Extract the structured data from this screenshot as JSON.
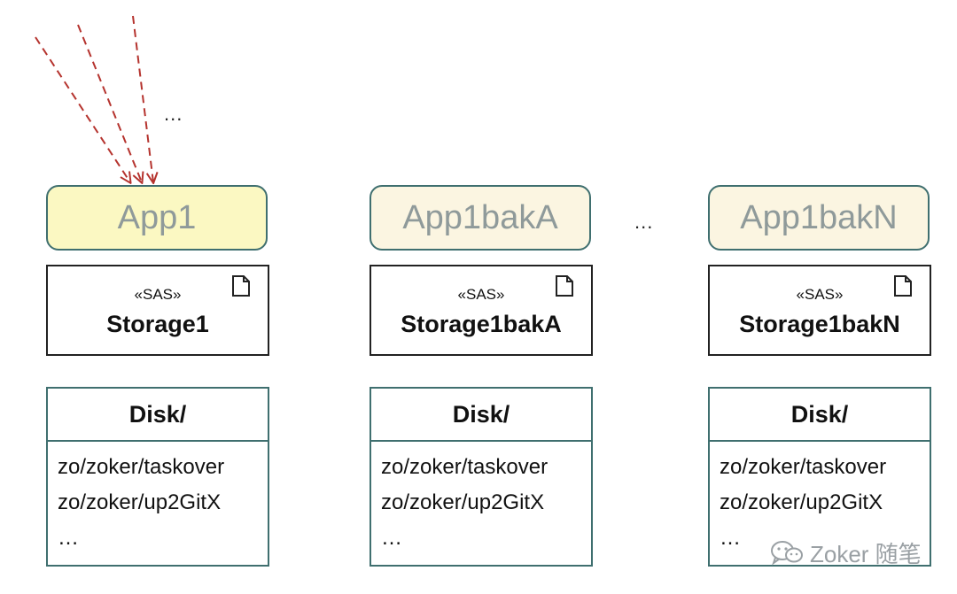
{
  "top_ellipsis": "...",
  "mid_ellipsis": "...",
  "colors": {
    "arrow": "#b5332e",
    "app_primary_fill": "#fbf8c2",
    "app_backup_fill": "#fbf5e1",
    "border": "#3f6f6f"
  },
  "columns": [
    {
      "app": "App1",
      "stereotype": "«SAS»",
      "storage": "Storage1",
      "disk_title": "Disk/",
      "disk_items": [
        "zo/zoker/taskover",
        "zo/zoker/up2GitX",
        "…"
      ]
    },
    {
      "app": "App1bakA",
      "stereotype": "«SAS»",
      "storage": "Storage1bakA",
      "disk_title": "Disk/",
      "disk_items": [
        "zo/zoker/taskover",
        "zo/zoker/up2GitX",
        "…"
      ]
    },
    {
      "app": "App1bakN",
      "stereotype": "«SAS»",
      "storage": "Storage1bakN",
      "disk_title": "Disk/",
      "disk_items": [
        "zo/zoker/taskover",
        "zo/zoker/up2GitX",
        "…"
      ]
    }
  ],
  "watermark": {
    "icon": "wechat-icon",
    "text": "Zoker 随笔"
  }
}
